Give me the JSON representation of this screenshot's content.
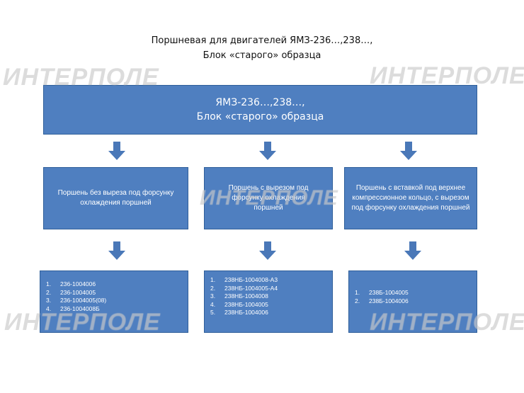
{
  "title": {
    "line1": "Поршневая для двигателей ЯМЗ-236…,238…,",
    "line2": "Блок «старого» образца"
  },
  "top_box": {
    "line1": "ЯМЗ-236…,238…,",
    "line2": "Блок «старого» образца"
  },
  "categories": [
    {
      "label": "Поршень без выреза под форсунку охлаждения поршней"
    },
    {
      "label": "Поршень с вырезом под форсунку охлаждения поршней"
    },
    {
      "label": "Поршень с вставкой под верхнее компрессионное кольцо, с вырезом под форсунку охлаждения поршней"
    }
  ],
  "lists": [
    {
      "items": [
        {
          "num": "1.",
          "code": "236-1004006"
        },
        {
          "num": "2.",
          "code": "236-1004005"
        },
        {
          "num": "3.",
          "code": "236-1004005(08)"
        },
        {
          "num": "4.",
          "code": "236-1004008Б"
        }
      ]
    },
    {
      "items": [
        {
          "num": "1.",
          "code": "238НБ-1004008-А3"
        },
        {
          "num": "2.",
          "code": "238НБ-1004005-А4"
        },
        {
          "num": "3.",
          "code": "238НБ-1004008"
        },
        {
          "num": "4.",
          "code": "238НБ-1004005"
        },
        {
          "num": "5.",
          "code": "238НБ-1004006"
        }
      ]
    },
    {
      "items": [
        {
          "num": "1.",
          "code": "238Б-1004005"
        },
        {
          "num": "2.",
          "code": "238Б-1004006"
        }
      ]
    }
  ],
  "watermark": "ИНТЕРПОЛЕ",
  "colors": {
    "box_fill": "#4f7fc0",
    "box_border": "#2f5f9a",
    "arrow": "#4a78b8"
  }
}
